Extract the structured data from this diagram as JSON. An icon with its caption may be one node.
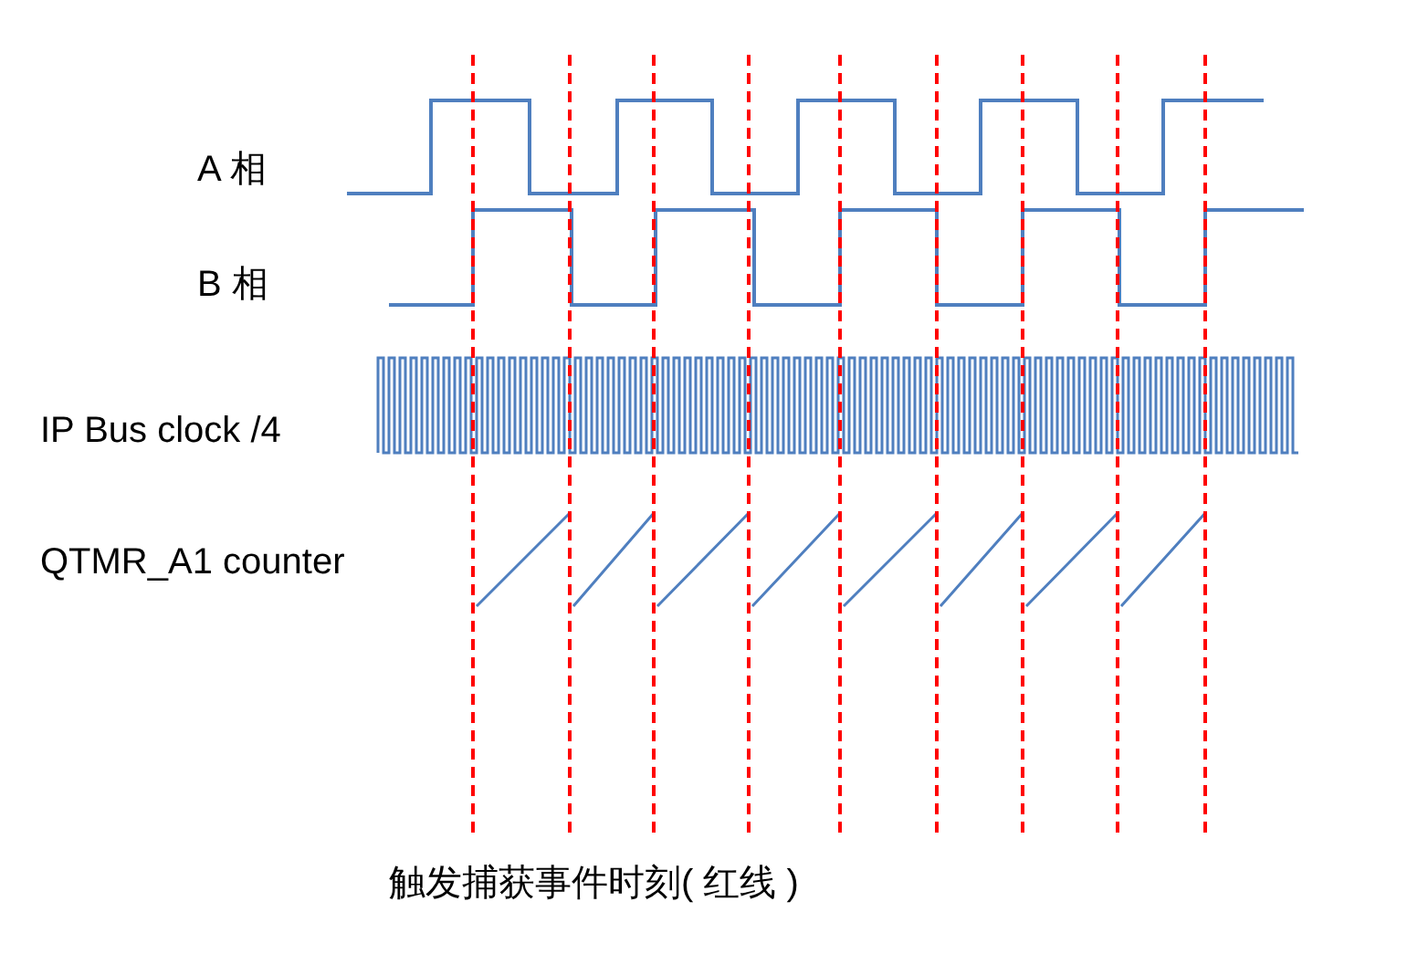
{
  "diagram": {
    "labels": [
      "A 相",
      "B 相",
      "IP Bus clock /4",
      "QTMR_A1 counter",
      "触发捕获事件时刻( 红线 )"
    ]
  }
}
